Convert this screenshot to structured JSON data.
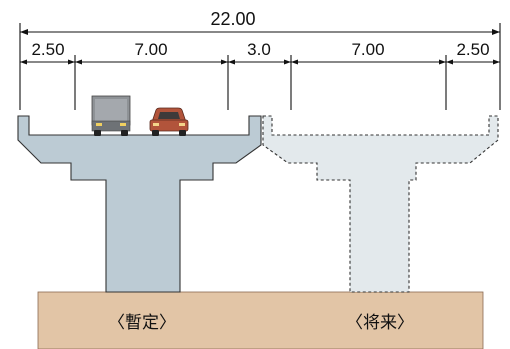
{
  "dimensions": {
    "total": "22.00",
    "segments": [
      "2.50",
      "7.00",
      "3.0",
      "7.00",
      "2.50"
    ]
  },
  "captions": {
    "provisional": "〈暫定〉",
    "future": "〈将来〉"
  },
  "colors": {
    "ground": "#e2c5a6",
    "provisional_pier": "#bccbd4",
    "future_pier": "#e3e9ec",
    "outline": "#333333",
    "truck_cab": "#9a9ea3",
    "truck_box": "#8e9296",
    "car_body": "#b2543b"
  }
}
